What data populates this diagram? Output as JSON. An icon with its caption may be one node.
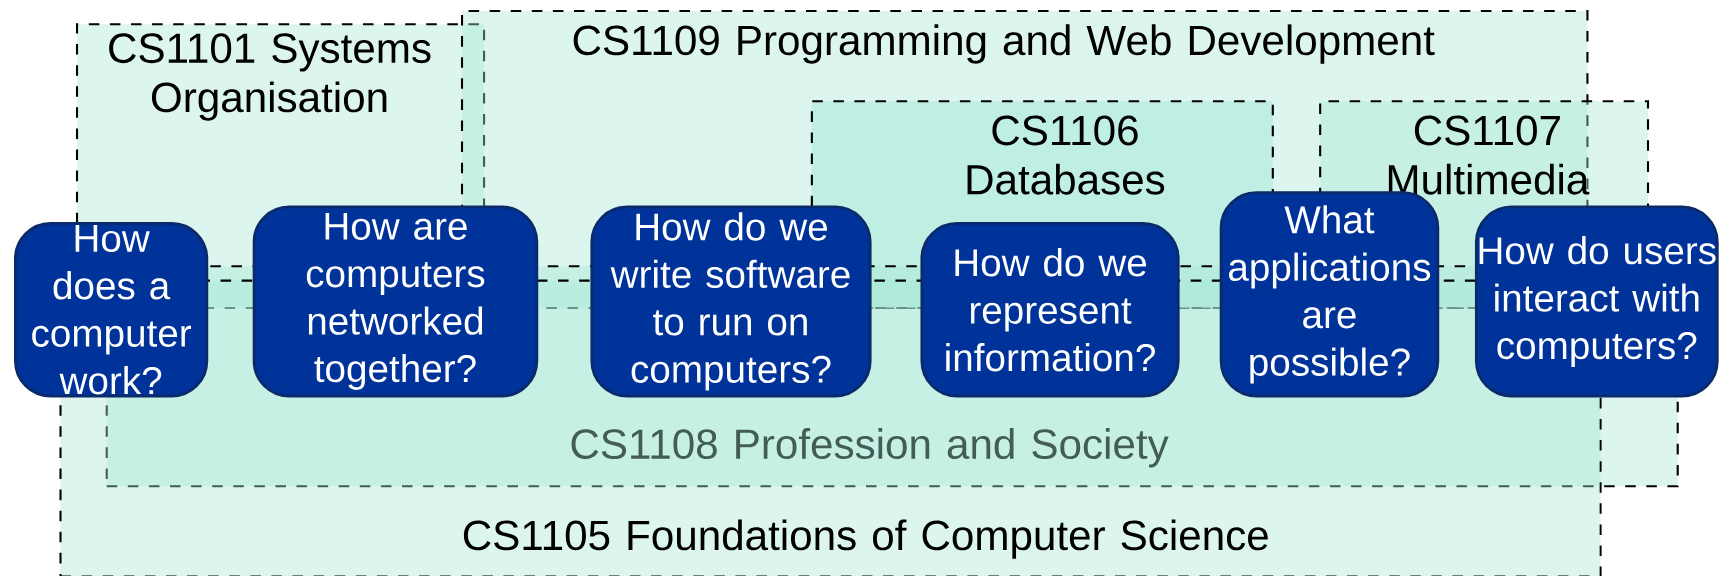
{
  "diagram": {
    "nodes": [
      {
        "text": [
          "CS1101 Systems Organisation"
        ]
      },
      {
        "text": [
          "CS1109 Programming and Web Development"
        ]
      },
      {
        "text": [
          "CS1106 Databases"
        ],
        "in": 1
      },
      {
        "text": [
          "CS1107 Multimedia"
        ]
      },
      {
        "text": [
          "How does a computer work?"
        ]
      },
      {
        "text": [
          "How are computers networked together?"
        ]
      },
      {
        "text": [
          "How do we write software to run on computers?"
        ]
      },
      {
        "text": [
          "How do we represent information?"
        ]
      },
      {
        "text": [
          "What applications are possible?"
        ]
      },
      {
        "text": [
          "How do users interact with computers?"
        ]
      },
      {
        "text": [
          "CS1108 Profession and Society"
        ]
      },
      {
        "text": [
          "CS1105 Foundations of Computer Science"
        ]
      }
    ]
  }
}
